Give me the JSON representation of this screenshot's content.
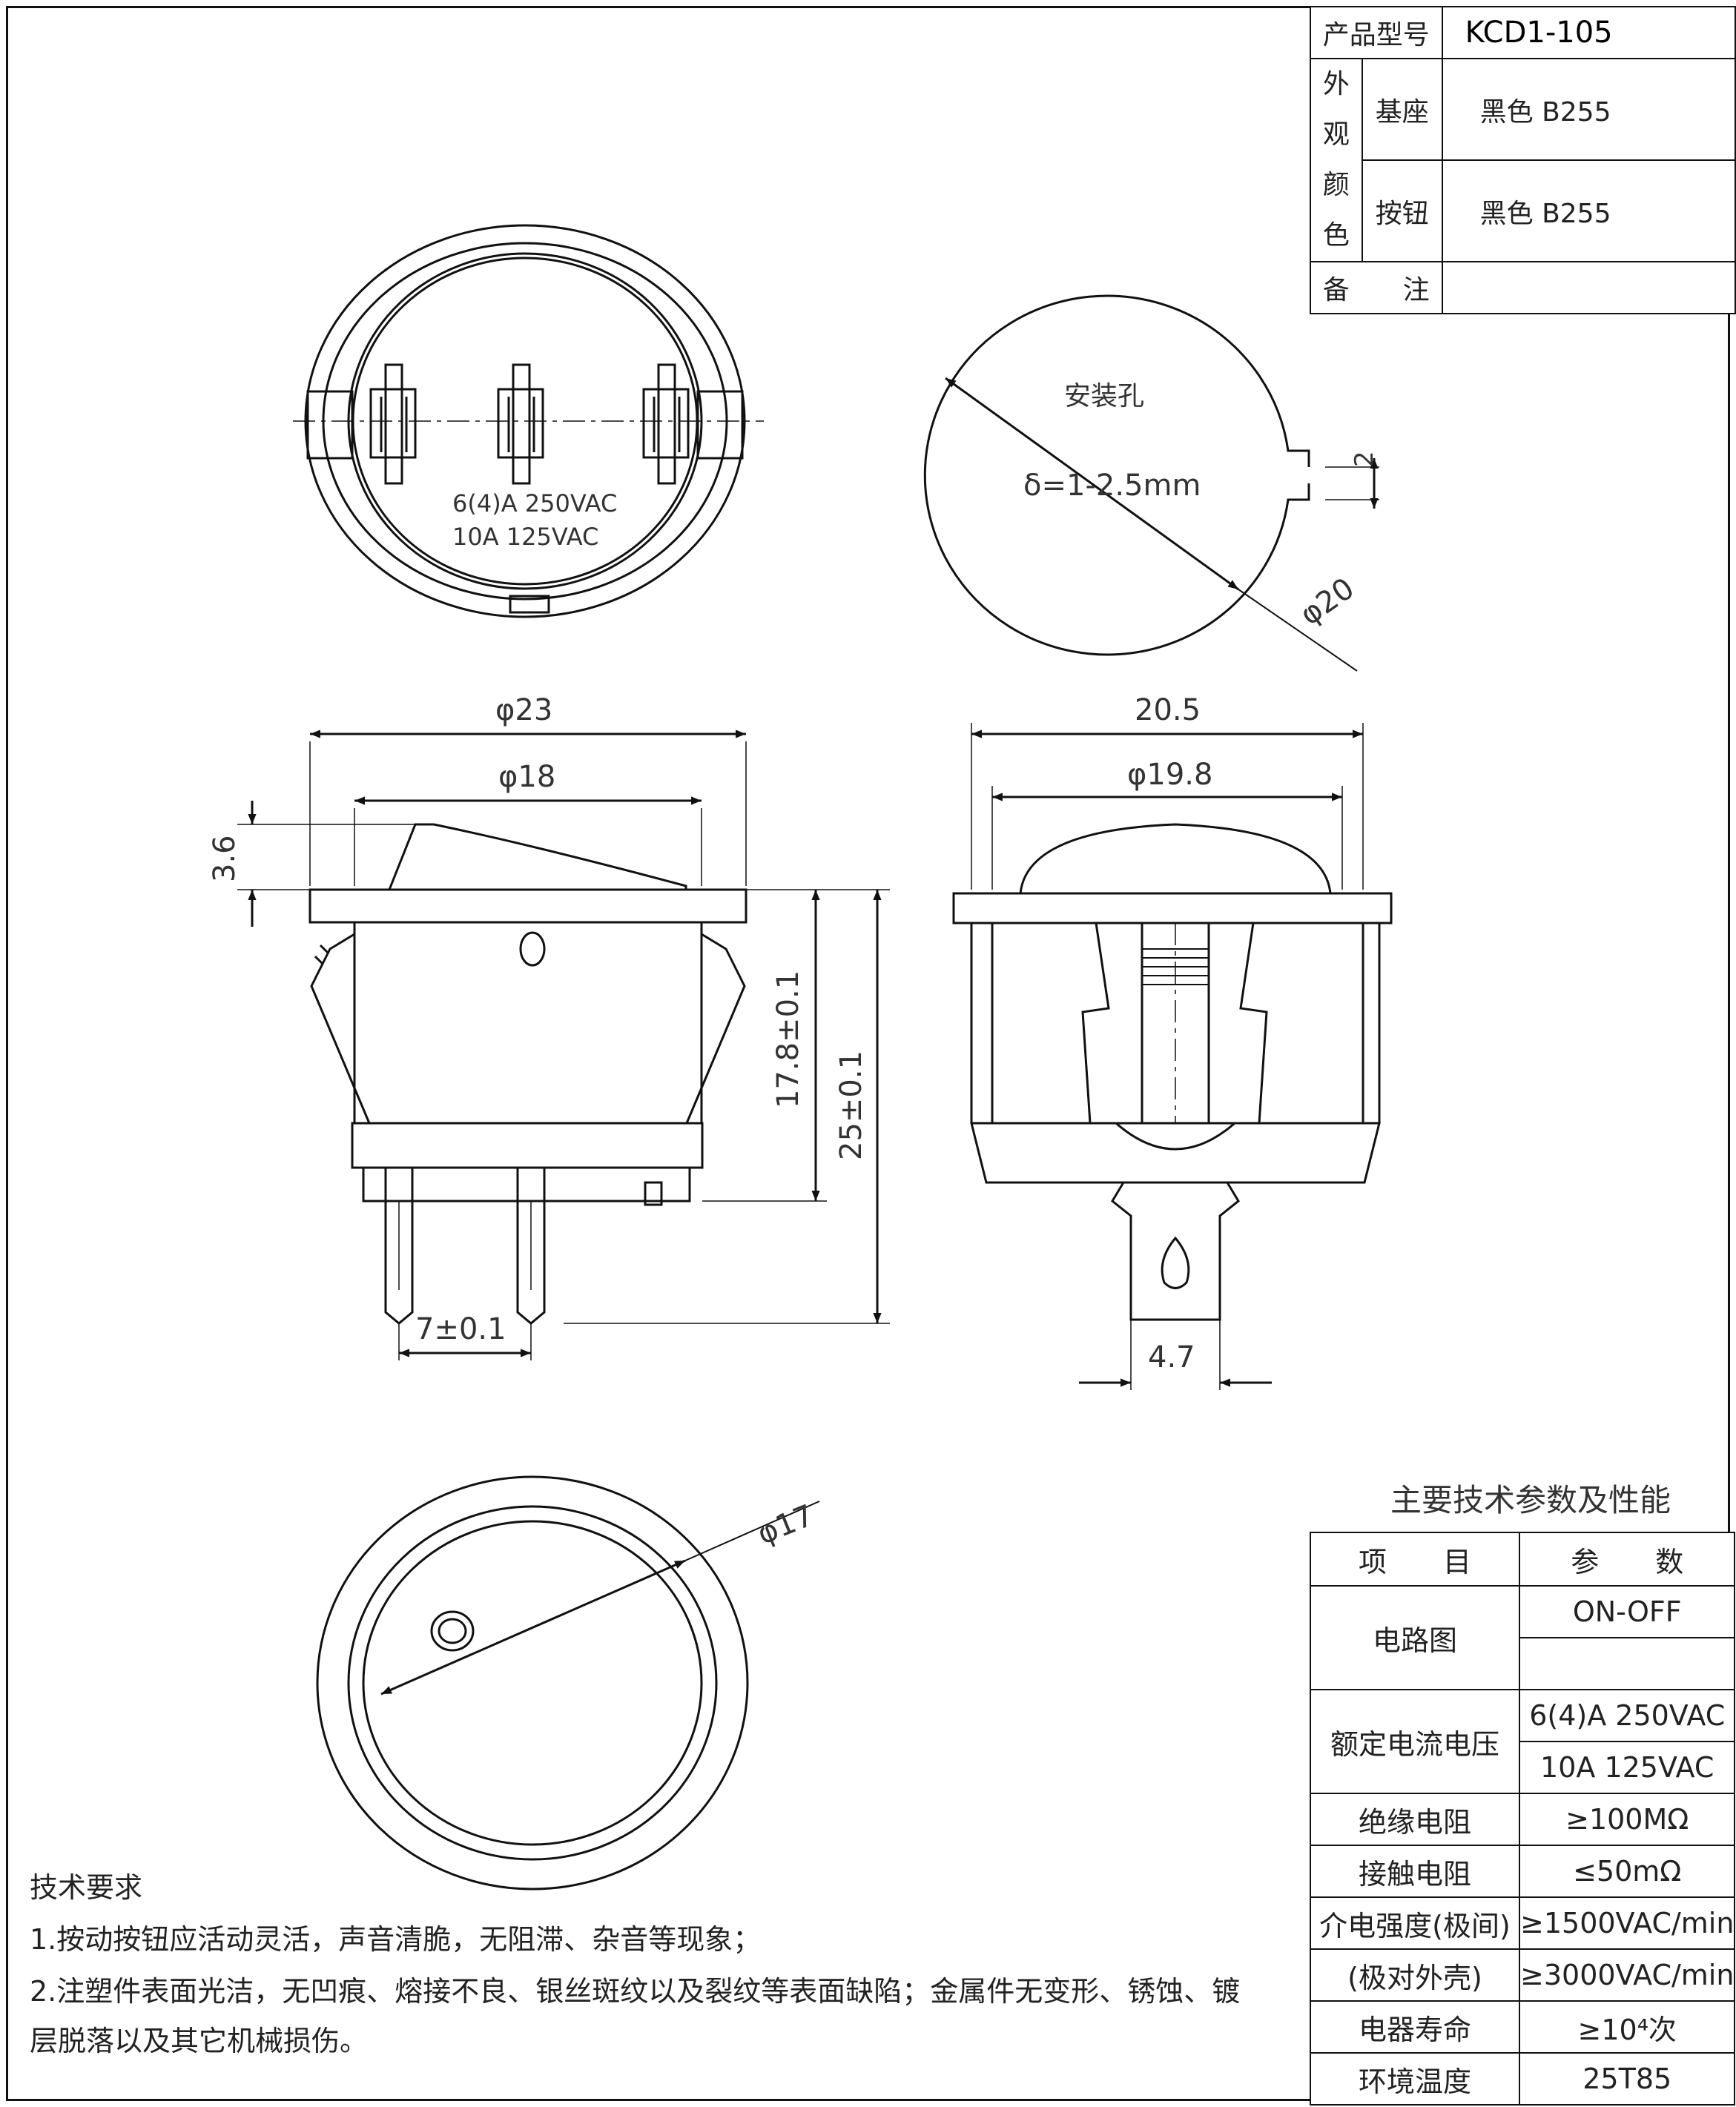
{
  "title_block": {
    "model_label": "产品型号",
    "model_value": "KCD1-105",
    "appearance_label": "外观",
    "color_label": "颜色",
    "base_label": "基座",
    "base_value": "黑色 B255",
    "button_label": "按钮",
    "button_value": "黑色 B255",
    "remark_label": "备　　注",
    "remark_value": ""
  },
  "top_view": {
    "rating_line1": "6(4)A 250VAC",
    "rating_line2": "10A 125VAC"
  },
  "mounting_hole": {
    "title": "安装孔",
    "thickness": "δ=1-2.5mm",
    "diameter": "φ20",
    "key_width": "2"
  },
  "side_view": {
    "outer_diameter": "φ23",
    "inner_diameter": "φ18",
    "button_height": "3.6",
    "body_height": "17.8±0.1",
    "total_height": "25±0.1",
    "pin_pitch": "7±0.1"
  },
  "front_view": {
    "width": "20.5",
    "diameter": "φ19.8",
    "terminal_width": "4.7"
  },
  "bottom_view": {
    "diameter": "φ17"
  },
  "requirements": {
    "title": "技术要求",
    "item1": "1.按动按钮应活动灵活，声音清脆，无阻滞、杂音等现象；",
    "item2": "2.注塑件表面光洁，无凹痕、熔接不良、银丝斑纹以及裂纹等表面缺陷；金属件无变形、锈蚀、镀",
    "item3": "层脱落以及其它机械损伤。"
  },
  "params": {
    "title": "主要技术参数及性能",
    "header_item": "项　　目",
    "header_value": "参　　数",
    "circuit_label": "电路图",
    "circuit_value": "ON-OFF",
    "rating_label": "额定电流电压",
    "rating_value1": "6(4)A 250VAC",
    "rating_value2": "10A 125VAC",
    "insulation_label": "绝缘电阻",
    "insulation_value": "≥100MΩ",
    "contact_label": "接触电阻",
    "contact_value": "≤50mΩ",
    "dielectric_label1": "介电强度(极间)",
    "dielectric_value1": "≥1500VAC/min",
    "dielectric_label2": "(极对外壳)",
    "dielectric_value2": "≥3000VAC/min",
    "life_label": "电器寿命",
    "life_value": "≥10⁴次",
    "temp_label": "环境温度",
    "temp_value": "25T85"
  }
}
